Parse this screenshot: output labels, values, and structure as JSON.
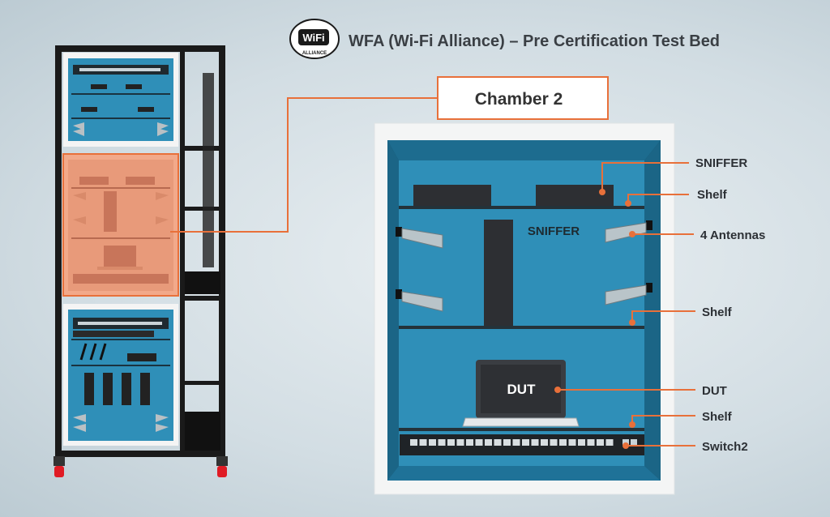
{
  "header": {
    "logo_top": "WiFi",
    "logo_bottom": "ALLIANCE",
    "title": "WFA (Wi-Fi Alliance) – Pre Certification Test Bed"
  },
  "callout": {
    "label": "Chamber 2"
  },
  "chamber": {
    "sniffer_box_label": "SNIFFER",
    "dut_label": "DUT"
  },
  "annotations": [
    {
      "id": "sniffer",
      "label": "SNIFFER"
    },
    {
      "id": "shelf-top",
      "label": "Shelf"
    },
    {
      "id": "antennas",
      "label": "4 Antennas"
    },
    {
      "id": "shelf-middle",
      "label": "Shelf"
    },
    {
      "id": "dut",
      "label": "DUT"
    },
    {
      "id": "shelf-bottom",
      "label": "Shelf"
    },
    {
      "id": "switch2",
      "label": "Switch2"
    }
  ],
  "colors": {
    "accent": "#e8703a",
    "chamber_blue": "#2f8fb8",
    "chamber_dark": "#15506a",
    "frame": "#1a1a1a",
    "highlight": "#f2a98a"
  }
}
